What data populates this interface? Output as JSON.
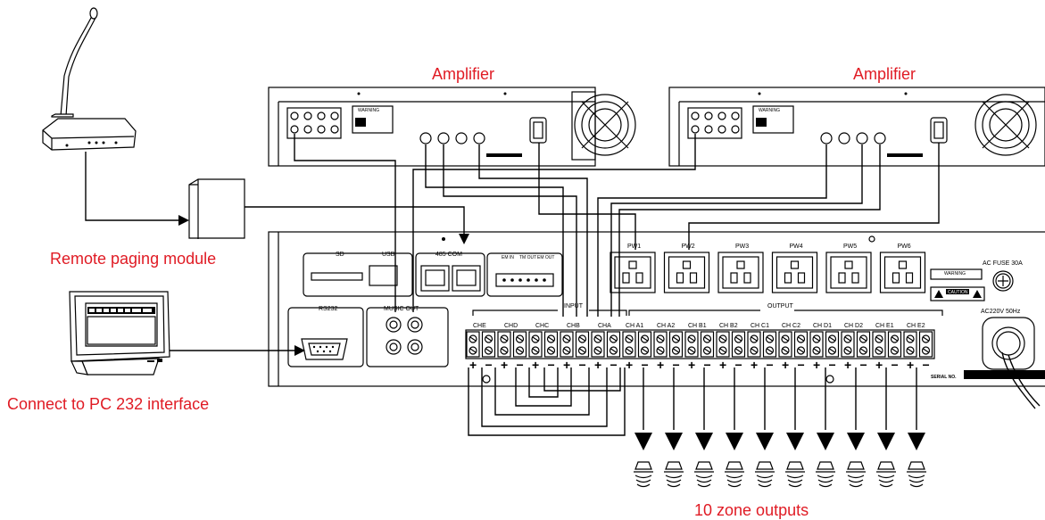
{
  "captions": {
    "amplifier_1": "Amplifier",
    "amplifier_2": "Amplifier",
    "remote_paging": "Remote paging module",
    "pc_interface": "Connect to PC 232 interface",
    "zone_outputs": "10 zone outputs"
  },
  "main_unit": {
    "sd": "SD",
    "usb": "USB",
    "com485": "485 COM",
    "em_in": "EM IN",
    "tm_out": "TM OUT",
    "em_out": "EM OUT",
    "rs232": "RS232",
    "music_out": "MUSIC OUT",
    "input_group": "INPUT",
    "output_group": "OUTPUT",
    "input_channels": [
      "CHE",
      "CHD",
      "CHC",
      "CHB",
      "CHA"
    ],
    "output_channels": [
      "CH A1",
      "CH A2",
      "CH B1",
      "CH B2",
      "CH C1",
      "CH C2",
      "CH D1",
      "CH D2",
      "CH E1",
      "CH E2"
    ],
    "power_outlets": [
      "PW1",
      "PW2",
      "PW3",
      "PW4",
      "PW5",
      "PW6"
    ],
    "warning": "WARNING",
    "caution": "CAUTION",
    "ac_fuse": "AC FUSE 30A",
    "ac_power": "AC220V 50Hz",
    "serial_no": "SERIAL NO."
  },
  "amplifier_panel": {
    "warning": "WARNING"
  },
  "zone_count": 10
}
